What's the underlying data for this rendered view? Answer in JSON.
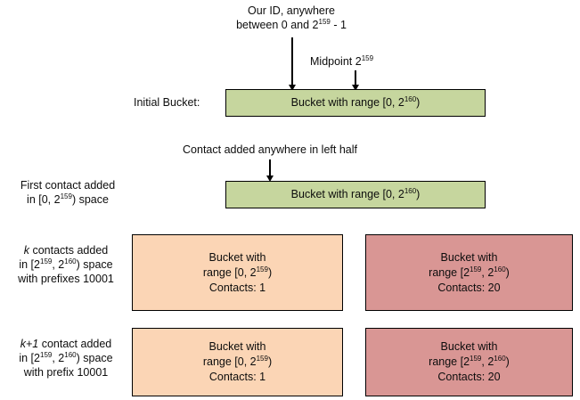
{
  "diagram": {
    "title_hidden": "Kademlia bucket splitting diagram",
    "annotations": {
      "our_id_line1": "Our ID, anywhere",
      "our_id_line2_pre": "between 0 and 2",
      "our_id_line2_sup": "159",
      "our_id_line2_post": " - 1",
      "midpoint_pre": "Midpoint 2",
      "midpoint_sup": "159",
      "contact_left_half": "Contact added anywhere in left half"
    },
    "rows": [
      {
        "id": "initial-bucket",
        "label": {
          "line1": "Initial Bucket:"
        },
        "boxes": [
          {
            "id": "initial-bucket-box",
            "color": "#c6d69e",
            "lines": [
              {
                "pre": "Bucket with range [0, 2",
                "sup": "160",
                "post": ")"
              }
            ]
          }
        ]
      },
      {
        "id": "first-contact-added",
        "label": {
          "line1": "First contact added",
          "line2_pre": "in [0, 2",
          "line2_sup": "159",
          "line2_post": ") space"
        },
        "boxes": [
          {
            "id": "first-contact-box",
            "color": "#c6d69e",
            "lines": [
              {
                "pre": "Bucket with range [0, 2",
                "sup": "160",
                "post": ")"
              }
            ]
          }
        ]
      },
      {
        "id": "k-contacts-added",
        "label": {
          "line1_ital": "k",
          "line1_rest": " contacts added",
          "line2_pre": "in [2",
          "line2_sup1": "159",
          "line2_mid": ", 2",
          "line2_sup2": "160",
          "line2_post": ") space",
          "line3": "with prefixes 10001"
        },
        "boxes": [
          {
            "id": "k-left-bucket",
            "color": "#fbd5b5",
            "line1": "Bucket with",
            "line2_pre": "range [0, 2",
            "line2_sup": "159",
            "line2_post": ")",
            "line3": "Contacts: 1"
          },
          {
            "id": "k-right-bucket",
            "color": "#d99694",
            "line1": "Bucket with",
            "line2_pre": "range [2",
            "line2_sup1": "159",
            "line2_mid": ", 2",
            "line2_sup2": "160",
            "line2_post": ")",
            "line3": "Contacts: 20"
          }
        ]
      },
      {
        "id": "k-plus-1-contact-added",
        "label": {
          "line1_ital": "k+1",
          "line1_rest": " contact added",
          "line2_pre": "in [2",
          "line2_sup1": "159",
          "line2_mid": ", 2",
          "line2_sup2": "160",
          "line2_post": ") space",
          "line3": "with prefix 10001"
        },
        "boxes": [
          {
            "id": "kp1-left-bucket",
            "color": "#fbd5b5",
            "line1": "Bucket with",
            "line2_pre": "range [0, 2",
            "line2_sup": "159",
            "line2_post": ")",
            "line3": "Contacts: 1"
          },
          {
            "id": "kp1-right-bucket",
            "color": "#d99694",
            "line1": "Bucket with",
            "line2_pre": "range [2",
            "line2_sup1": "159",
            "line2_mid": ", 2",
            "line2_sup2": "160",
            "line2_post": ")",
            "line3": "Contacts: 20"
          }
        ]
      }
    ],
    "colors": {
      "green": "#c6d69e",
      "orange": "#fbd5b5",
      "red": "#d99694",
      "outline": "#000000",
      "text": "#0d0d0d",
      "background": "#ffffff"
    }
  }
}
